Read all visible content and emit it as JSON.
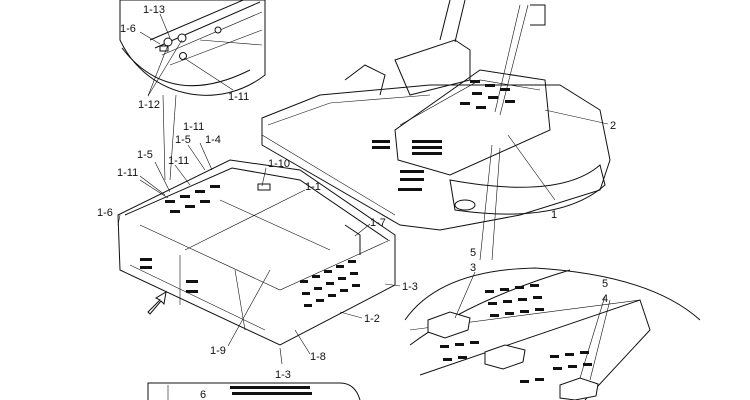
{
  "diagram": {
    "callouts": {
      "c1_13": "1-13",
      "c1_6_detail": "1-6",
      "c1_12": "1-12",
      "c1_11_detail": "1-11",
      "c1_11_a": "1-11",
      "c1_5_a": "1-5",
      "c1_4": "1-4",
      "c1_5_b": "1-5",
      "c1_11_b": "1-11",
      "c1_11_c": "1-11",
      "c1_10": "1-10",
      "c1_1": "1-1",
      "c1_6_main": "1-6",
      "c1_7": "1-7",
      "c1_3_right": "1-3",
      "c1_2": "1-2",
      "c1_9": "1-9",
      "c1_8": "1-8",
      "c1_3_bottom": "1-3",
      "c2": "2",
      "c1": "1",
      "c5_left": "5",
      "c3": "3",
      "c5_right": "5",
      "c4": "4",
      "c6": "6"
    }
  }
}
